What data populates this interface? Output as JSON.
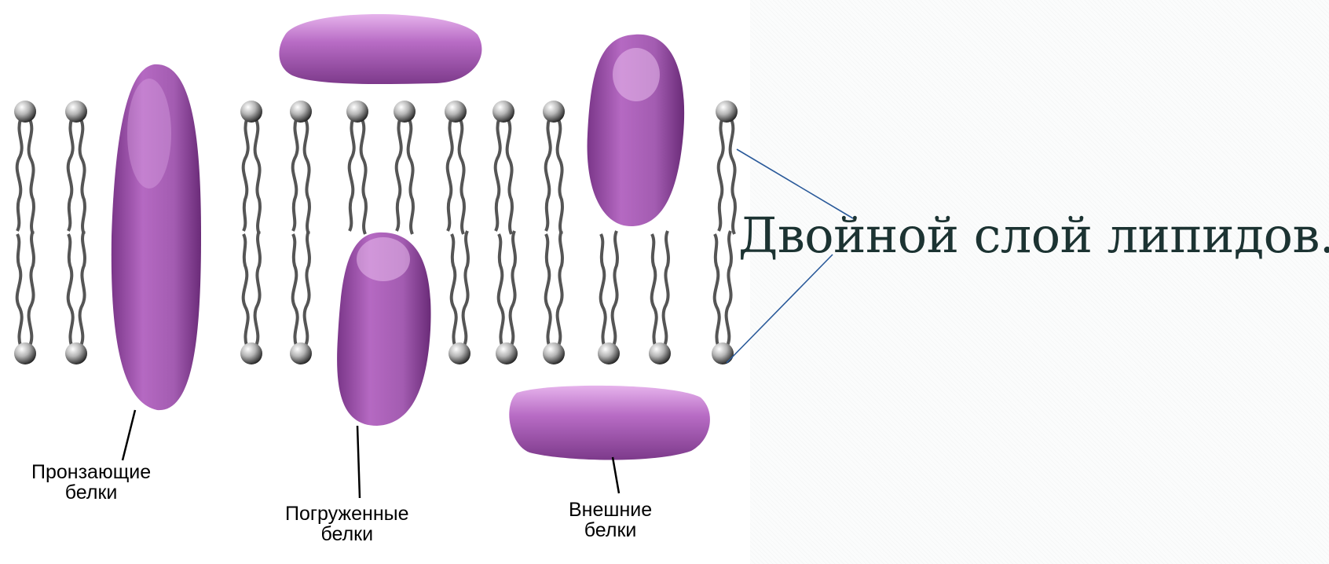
{
  "labels": {
    "transmembrane": [
      "Пронзающие",
      "белки"
    ],
    "embedded": [
      "Погруженные",
      "белки"
    ],
    "peripheral": [
      "Внешние",
      "белки"
    ]
  },
  "title": "Двойной слой липидов.",
  "colors": {
    "protein": "#a65ab4",
    "protein_light": "#e9b7ee",
    "title_text": "#1c3332",
    "pointer_line": "#2a5a9a",
    "lipid_tail": "#555555"
  }
}
